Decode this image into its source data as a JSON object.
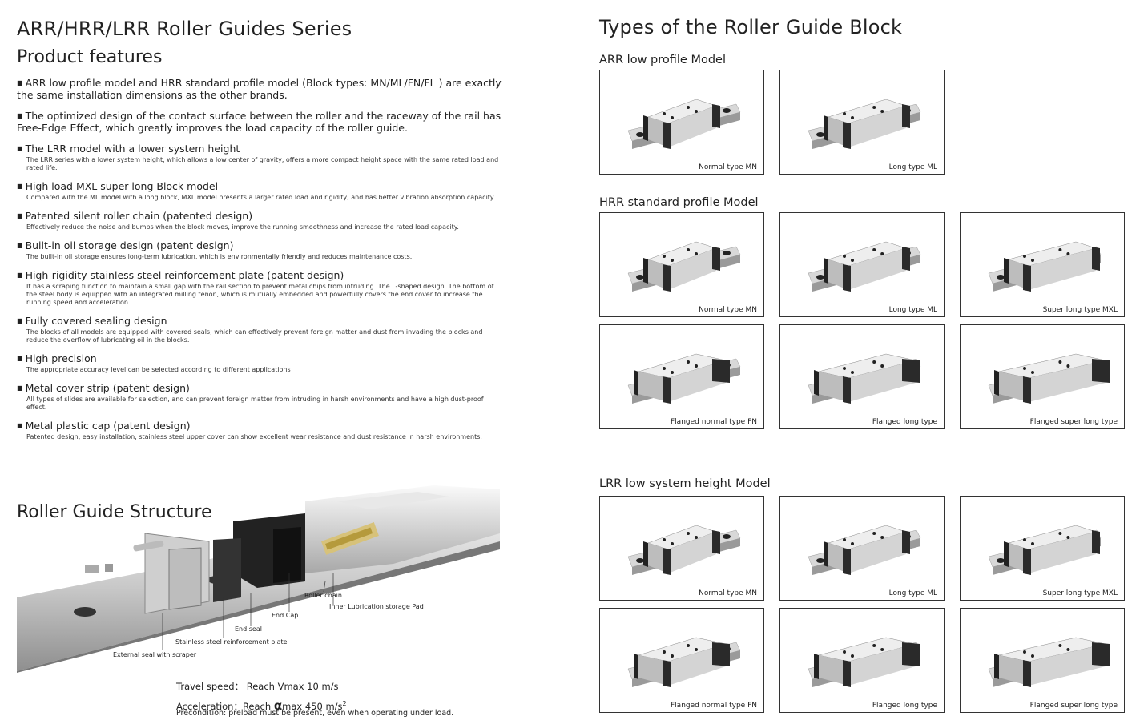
{
  "left": {
    "main_title": "ARR/HRR/LRR Roller Guides Series",
    "features_heading": "Product features",
    "features": [
      {
        "title": "ARR low profile model and HRR standard profile model (Block types: MN/ML/FN/FL ) are exactly the same installation dimensions as the other brands.",
        "desc": ""
      },
      {
        "title": "The optimized design of the contact surface between the roller and the raceway of the rail has Free-Edge Effect, which greatly improves the load capacity of the roller guide.",
        "desc": ""
      },
      {
        "title": "The LRR model with a lower system height",
        "desc": "The LRR series with a lower system height, which allows a low center of gravity, offers a more compact height space with the same rated load and rated life."
      },
      {
        "title": "High load MXL super long Block model",
        "desc": "Compared with the ML model with a long block, MXL model presents a larger rated load and rigidity, and has better vibration absorption capacity."
      },
      {
        "title": "Patented silent roller chain (patented design)",
        "desc": "Effectively reduce the noise and bumps when the block moves, improve the running smoothness and increase the rated load capacity."
      },
      {
        "title": "Built-in oil storage design (patent design)",
        "desc": "The built-in oil storage ensures long-term lubrication, which is environmentally friendly and reduces maintenance costs."
      },
      {
        "title": "High-rigidity stainless steel reinforcement plate (patent design)",
        "desc": "It has a scraping function to maintain a small gap with the rail section to prevent metal chips from intruding. The L-shaped design. The bottom of the steel body is equipped with an integrated milling tenon, which is mutually embedded and powerfully covers the end cover to increase the running speed and acceleration."
      },
      {
        "title": "Fully covered sealing design",
        "desc": "The blocks of all models are equipped with covered seals, which can effectively prevent foreign matter and dust from invading the blocks and reduce the overflow of lubricating oil in the blocks."
      },
      {
        "title": "High precision",
        "desc": "The appropriate accuracy level can be selected according to different applications"
      },
      {
        "title": "Metal cover strip (patent design)",
        "desc": "All types of slides are available for selection, and can prevent foreign matter from intruding in harsh environments and have a high dust-proof effect."
      },
      {
        "title": "Metal plastic cap (patent design)",
        "desc": "Patented design, easy installation, stainless steel upper cover can show excellent wear resistance and dust resistance in harsh environments."
      }
    ],
    "structure_heading": "Roller Guide Structure",
    "structure_labels": {
      "roller_chain": "Roller chain",
      "inner_lub": "Inner Lubrication storage Pad",
      "end_cap": "End Cap",
      "end_seal": "End seal",
      "reinforcement": "Stainless steel reinforcement plate",
      "external_seal": "External seal with scraper"
    },
    "specs": {
      "travel": "Travel speed：  Reach Vmax 10 m/s",
      "accel_prefix": "Acceleration：Reach ",
      "accel_alpha": "α",
      "accel_suffix": "max 450 m/s",
      "accel_sup": "2",
      "precondition": "Precondition: preload must be present, even when operating under load."
    }
  },
  "right": {
    "heading": "Types of the Roller Guide Block",
    "arr": {
      "title": "ARR low profile Model",
      "cards": [
        "Normal type MN",
        "Long type ML"
      ]
    },
    "hrr": {
      "title": "HRR standard profile Model",
      "cards": [
        "Normal type MN",
        "Long type ML",
        "Super long type MXL",
        "Flanged normal type FN",
        "Flanged long type",
        "Flanged super long type"
      ]
    },
    "lrr": {
      "title": "LRR low system height Model",
      "cards": [
        "Normal type MN",
        "Long type ML",
        "Super long type MXL",
        "Flanged normal type FN",
        "Flanged long type",
        "Flanged super long type"
      ]
    }
  }
}
